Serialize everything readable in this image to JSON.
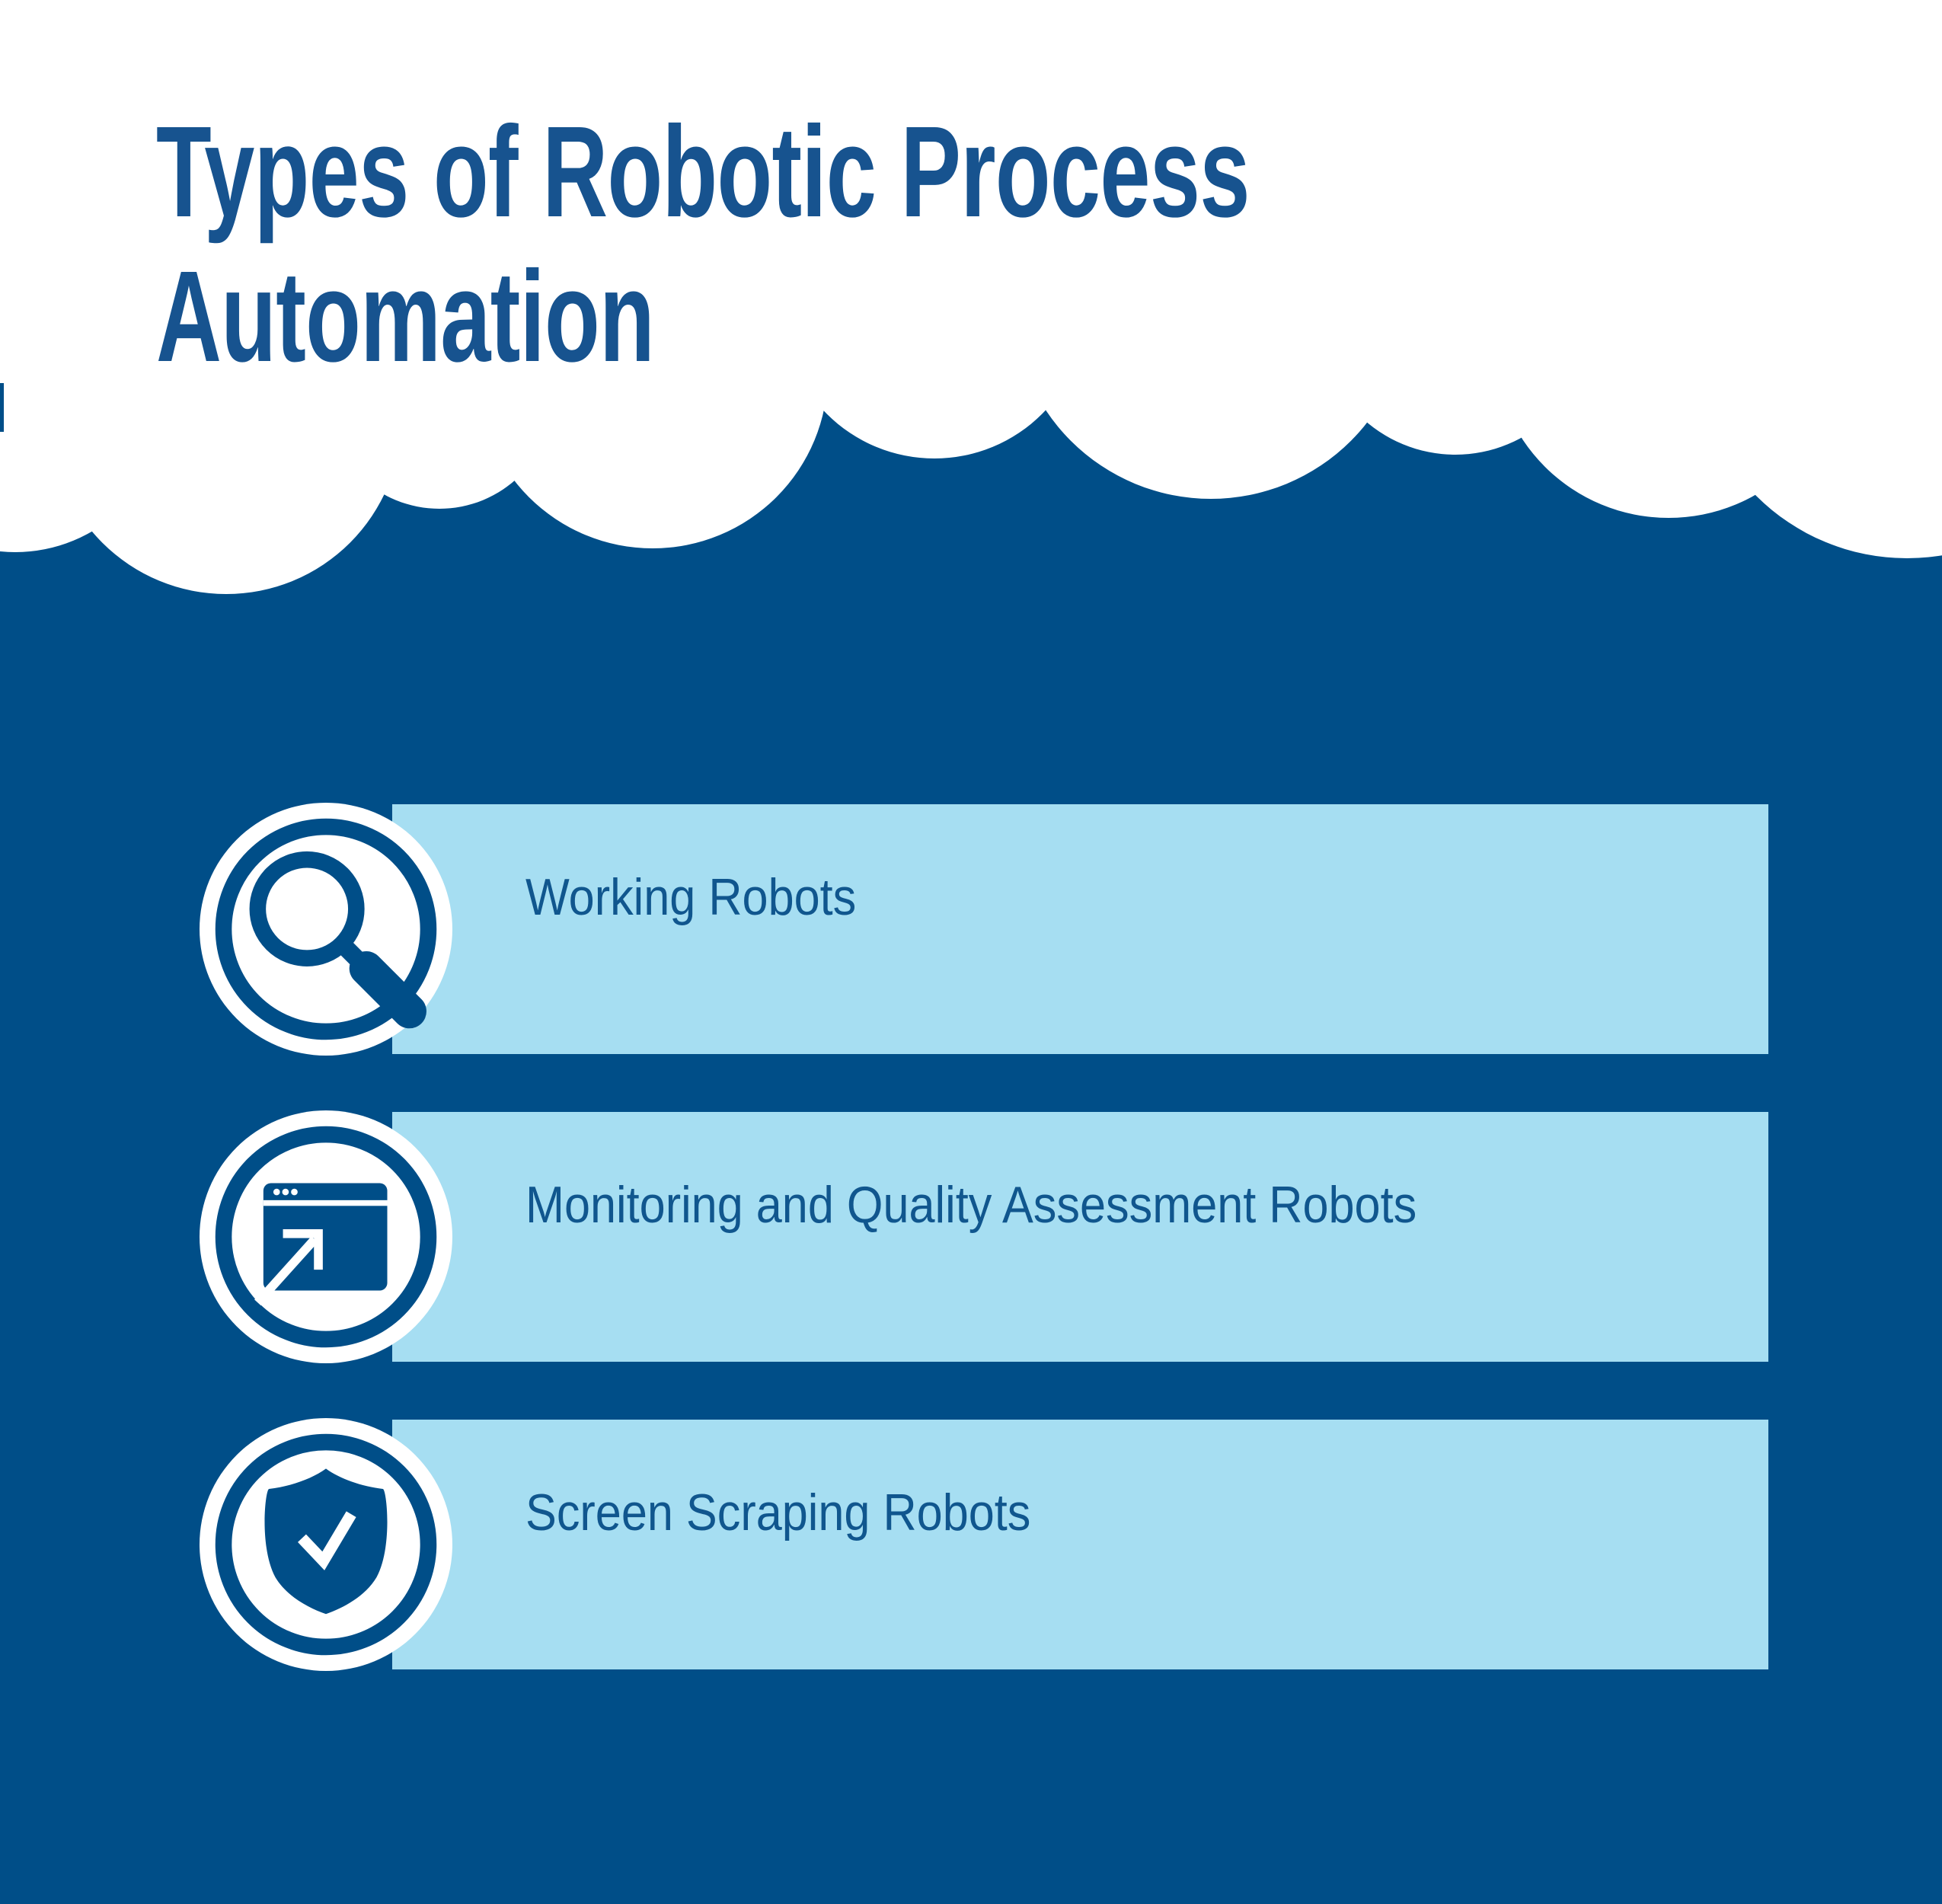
{
  "title": {
    "full": "Types of Robotic Process Automation",
    "line1": "Types of Robotic Process",
    "line2": "Automation"
  },
  "items": [
    {
      "label": "Working Robots",
      "icon": "magnifier-icon"
    },
    {
      "label": "Monitoring and Quality Assessment Robots",
      "icon": "browser-window-arrow-icon"
    },
    {
      "label": "Screen Scraping Robots",
      "icon": "shield-check-icon"
    }
  ],
  "colors": {
    "background_dark_blue": "#004e88",
    "panel_light_blue": "#a6def2",
    "title_blue": "#17538f",
    "label_blue": "#10568e",
    "badge_white": "#ffffff"
  }
}
